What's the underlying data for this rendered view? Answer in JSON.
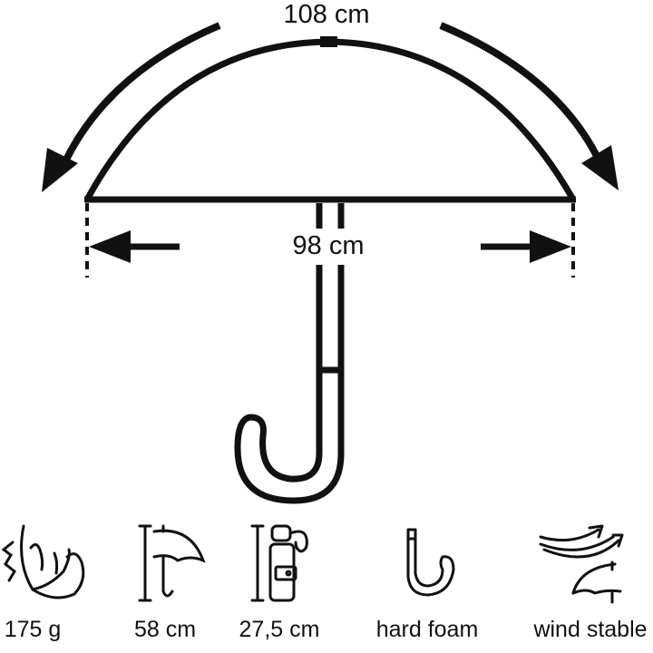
{
  "diagram": {
    "subject": "umbrella-dimensions",
    "arc_length_label": "108 cm",
    "diameter_label": "98 cm"
  },
  "features": [
    {
      "icon": "feather-icon",
      "label": "175 g"
    },
    {
      "icon": "open-umbrella-length-icon",
      "label": "58 cm"
    },
    {
      "icon": "folded-umbrella-length-icon",
      "label": "27,5 cm"
    },
    {
      "icon": "j-handle-icon",
      "label": "hard foam"
    },
    {
      "icon": "wind-umbrella-icon",
      "label": "wind stable"
    }
  ],
  "colors": {
    "stroke": "#111111",
    "background": "#ffffff"
  }
}
